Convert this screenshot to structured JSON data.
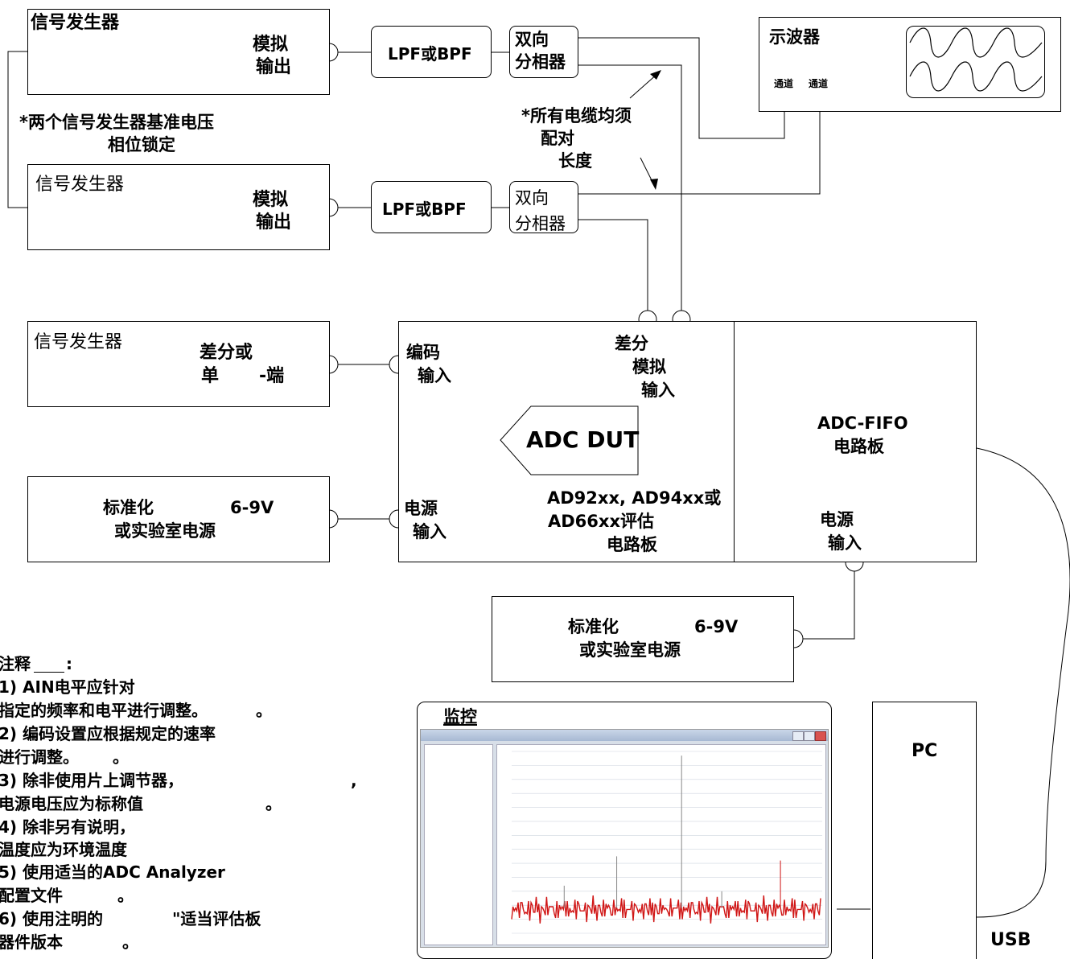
{
  "sig_gen_1": {
    "title": "信号发生器",
    "out_line1": "模拟",
    "out_line2": "输出"
  },
  "sig_gen_2": {
    "title": "信号发生器",
    "out_line1": "模拟",
    "out_line2": "输出"
  },
  "sig_gen_3": {
    "title": "信号发生器",
    "out_line1": "差分或",
    "out_line2_a": "单",
    "out_line2_b": "-端"
  },
  "lock_note": {
    "line1": "*两个信号发生器基准电压",
    "line2": "相位锁定"
  },
  "filter_1": "LPF或BPF",
  "filter_2": "LPF或BPF",
  "splitter_1": {
    "line1": "双向",
    "line2": "分相器"
  },
  "splitter_2": {
    "line1": "双向",
    "line2": "分相器"
  },
  "cable_note": {
    "line1": "*所有电缆均须",
    "line2": "配对",
    "line3": "长度"
  },
  "scope": {
    "title": "示波器",
    "ch_a": "通道",
    "ch_b": "通道"
  },
  "eval_board": {
    "encode_line1": "编码",
    "encode_line2": "输入",
    "analog_line1": "差分",
    "analog_line2": "模拟",
    "analog_line3": "输入",
    "dut_label": "ADC DUT",
    "power_line1": "电源",
    "power_line2": "输入",
    "board_line1": "AD92xx, AD94xx或",
    "board_line2": "AD66xx评估",
    "board_line3": "电路板"
  },
  "fifo_board": {
    "line1": "ADC-FIFO",
    "line2": "电路板",
    "power_line1": "电源",
    "power_line2": "输入"
  },
  "psu_1": {
    "line1_a": "标准化",
    "line1_b": "6-9V",
    "line2": "或实验室电源"
  },
  "psu_2": {
    "line1_a": "标准化",
    "line1_b": "6-9V",
    "line2": "或实验室电源"
  },
  "notes": {
    "title": "注释",
    "colon": ":",
    "lines": [
      "1)  AIN电平应针对",
      "指定的频率和电平进行调整。",
      "2)  编码设置应根据规定的速率",
      "进行调整。",
      "3)  除非使用片上调节器，",
      "电源电压应为标称值",
      "4)  除非另有说明，",
      "温度应为环境温度",
      "5)  使用适当的ADC Analyzer",
      "配置文件",
      "6)  使用注明的",
      "器件版本"
    ],
    "dot": "。",
    "comma": ",",
    "quote_text": "\"适当评估板"
  },
  "monitor": {
    "title": "监控"
  },
  "pc": {
    "label": "PC"
  },
  "usb": {
    "label": "USB"
  },
  "chart_data": {
    "type": "line",
    "series": [
      {
        "values": [
          -115,
          -110,
          -117,
          -108,
          -114,
          -112,
          -116,
          -109,
          -113,
          -111,
          -118,
          -110
        ]
      }
    ],
    "ylim": [
      -130,
      0
    ]
  }
}
